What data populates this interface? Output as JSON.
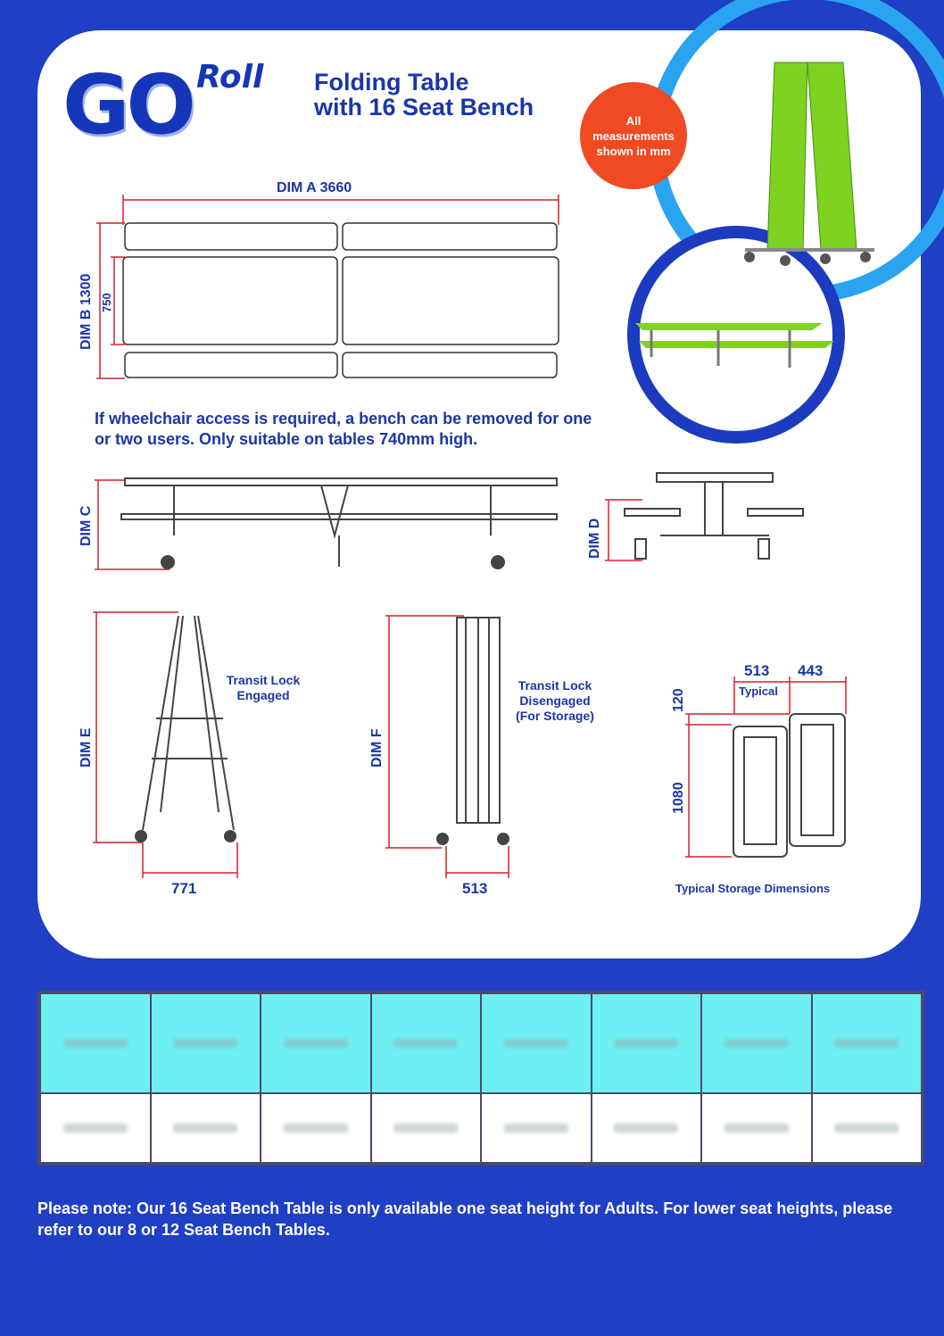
{
  "header": {
    "logo_main": "GO",
    "logo_sub": "Roll",
    "title_line1": "Folding Table",
    "title_line2": "with 16 Seat Bench"
  },
  "badge": {
    "text": "All measurements shown in mm"
  },
  "dims": {
    "dim_a": "DIM A 3660",
    "dim_b": "DIM B 1300",
    "dim_750": "750",
    "dim_c": "DIM C",
    "dim_d": "DIM D",
    "dim_e": "DIM E",
    "dim_f": "DIM F",
    "w771": "771",
    "w513": "513",
    "s513": "513",
    "s443": "443",
    "s_typical": "Typical",
    "s120": "120",
    "s1080": "1080"
  },
  "labels": {
    "transit_engaged": "Transit Lock Engaged",
    "transit_disengaged_1": "Transit Lock",
    "transit_disengaged_2": "Disengaged",
    "transit_disengaged_3": "(For Storage)",
    "storage_caption": "Typical Storage Dimensions"
  },
  "wheelchair_note": "If wheelchair access is required, a bench can be removed for one or two users. Only suitable on tables 740mm high.",
  "footer_note": "Please note: Our 16 Seat Bench Table is only available one seat height for Adults. For lower seat heights, please refer to our 8 or 12 Seat Bench Tables.",
  "colors": {
    "brand_blue": "#1f3fc4",
    "accent_red": "#f04a23",
    "table_header": "#6df0f4",
    "table_green": "#7ed321"
  }
}
